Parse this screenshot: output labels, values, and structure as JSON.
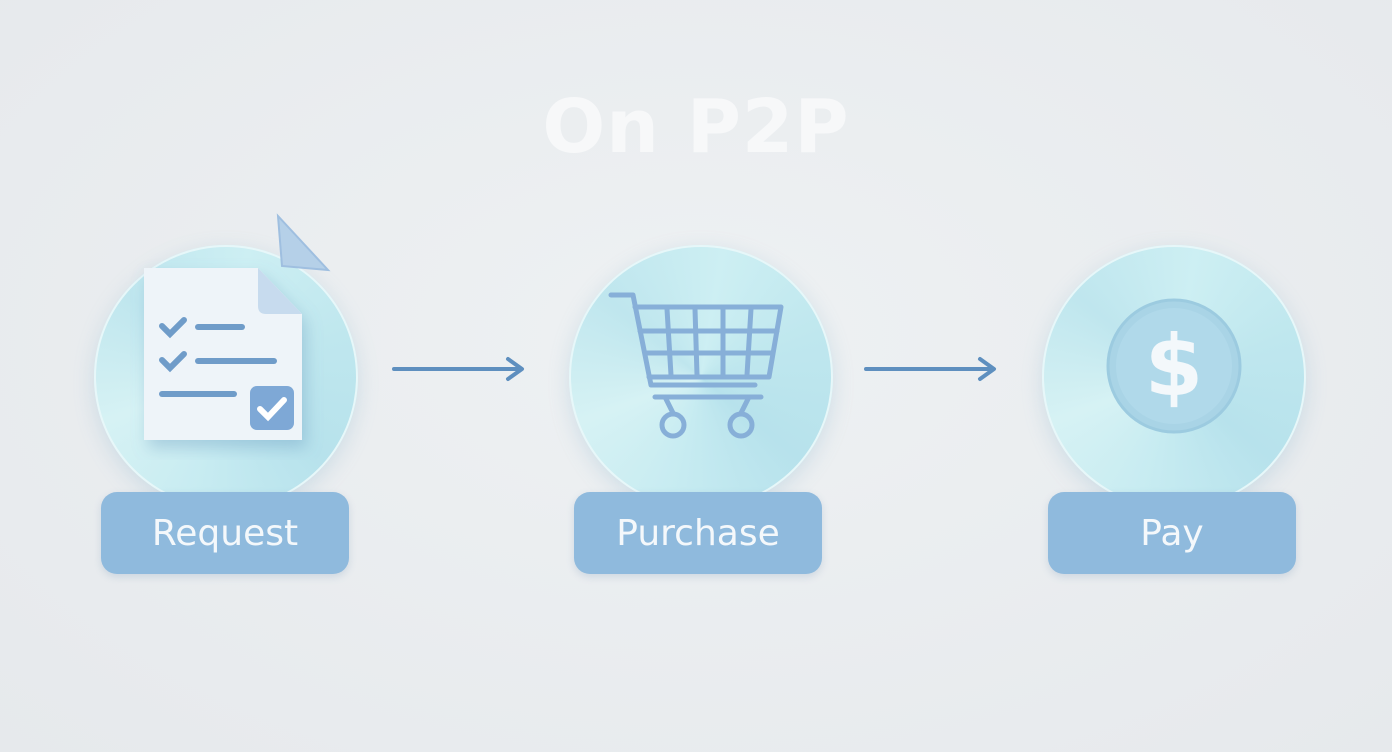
{
  "title": "On P2P",
  "steps": [
    {
      "label": "Request",
      "icon": "checklist-document-icon"
    },
    {
      "label": "Purchase",
      "icon": "shopping-cart-icon"
    },
    {
      "label": "Pay",
      "icon": "dollar-coin-icon"
    }
  ],
  "colors": {
    "label_bg": "#8fbadd",
    "arrow": "#5e8fbf",
    "circle": "#c6ebf1",
    "background": "#e9ecef"
  }
}
